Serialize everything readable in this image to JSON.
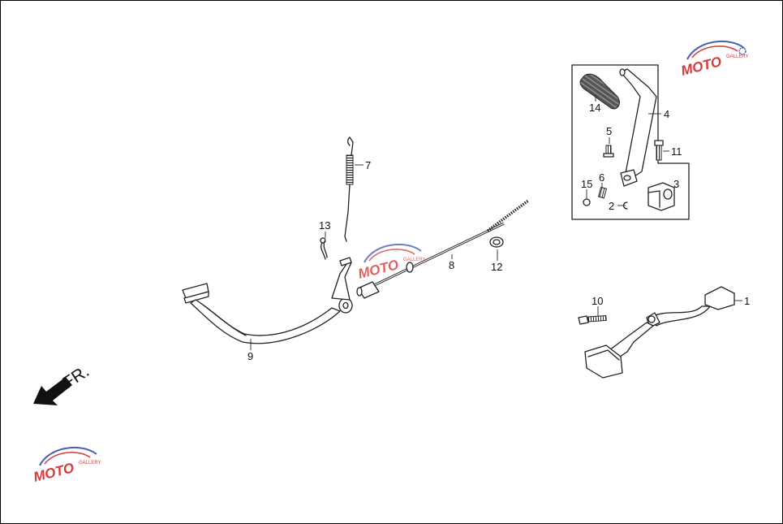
{
  "direction_label": "FR.",
  "callouts": {
    "p1": "1",
    "p2": "2",
    "p3": "3",
    "p4": "4",
    "p5": "5",
    "p6": "6",
    "p7": "7",
    "p8": "8",
    "p9": "9",
    "p10": "10",
    "p11": "11",
    "p12": "12",
    "p13": "13",
    "p14": "14",
    "p15": "15"
  },
  "watermark": {
    "brand": "MOTO",
    "tagline": "GALLERY"
  },
  "colors": {
    "line": "#222222",
    "watermark_red": "#d63a3a",
    "watermark_blue": "#4a5fb0"
  }
}
